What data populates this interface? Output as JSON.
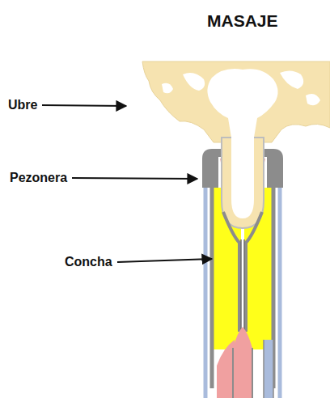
{
  "diagram": {
    "title": "MASAJE",
    "labels": [
      "Ubre",
      "Pezonera",
      "Concha"
    ]
  }
}
